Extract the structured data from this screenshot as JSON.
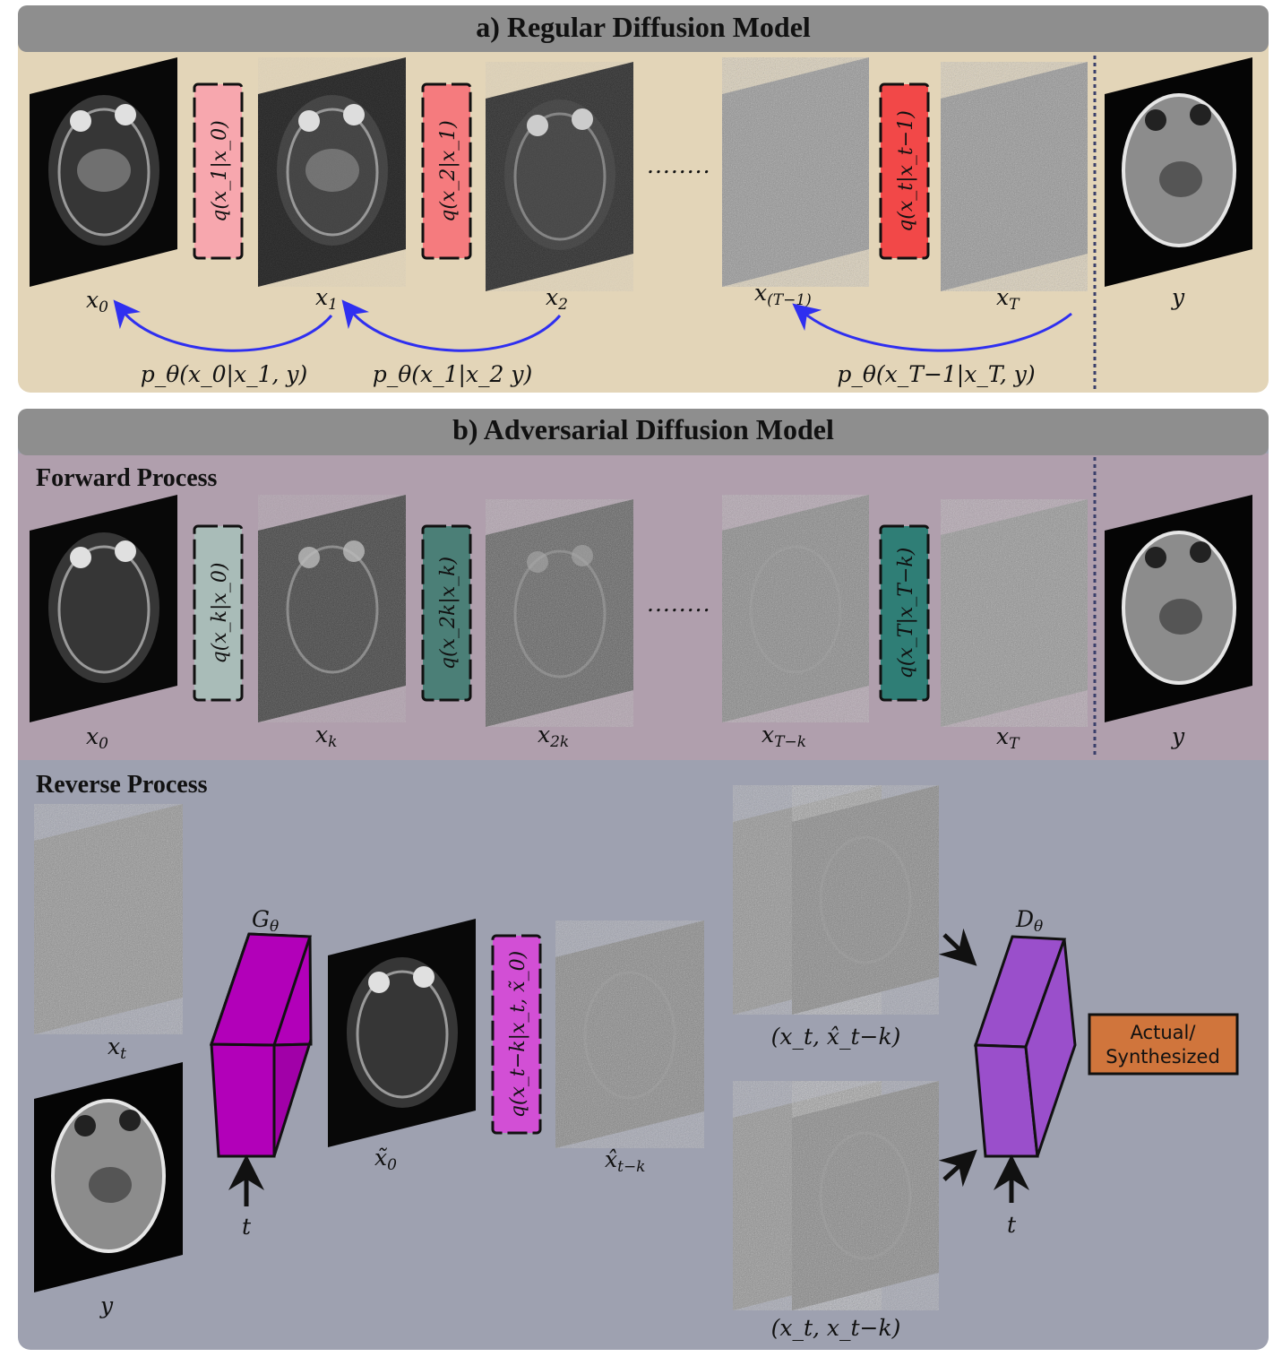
{
  "sections": {
    "a_title": "a) Regular Diffusion Model",
    "b_title": "b) Adversarial Diffusion Model",
    "forward_title": "Forward Process",
    "reverse_title": "Reverse Process"
  },
  "colors": {
    "panel_a_bg": "#e3d5b8",
    "forward_bg": "#b09fad",
    "reverse_bg": "#9ea1b0",
    "header_bg": "#8e8e8e",
    "q_box_a": [
      "#f7a7ae",
      "#f57b7e",
      "#f24848"
    ],
    "q_box_b": [
      "#a9bcb8",
      "#4b7f77",
      "#2f7e76"
    ],
    "q_box_rev": "#d24fd5",
    "generator": "#b200b9",
    "discriminator": "#9a4fcb",
    "output_box": "#d0753c",
    "reverse_arrow": "#2f2ff0",
    "divider": "#3a3f6a"
  },
  "regular": {
    "image_labels": [
      "x_0",
      "x_1",
      "x_2",
      "x_(T−1)",
      "x_T",
      "y"
    ],
    "q_labels": [
      "q(x_1|x_0)",
      "q(x_2|x_1)",
      "q(x_t|x_t−1)"
    ],
    "reverse_labels": [
      "p_θ(x_0|x_1, y)",
      "p_θ(x_1|x_2  y)",
      "p_θ(x_T−1|x_T, y)"
    ],
    "ellipsis": "........"
  },
  "forward": {
    "image_labels": [
      "x_0",
      "x_k",
      "x_2k",
      "x_T−k",
      "x_T",
      "y"
    ],
    "q_labels": [
      "q(x_k|x_0)",
      "q(x_2k|x_k)",
      "q(x_T|x_T−k)"
    ],
    "ellipsis": "........"
  },
  "reverse": {
    "input_labels": [
      "x_t",
      "y"
    ],
    "generator_label": "G_θ",
    "generator_time": "t",
    "estimate_label": "x̃_0",
    "q_label": "q(x_t−k|x_t, x̃_0)",
    "sample_label": "x̂_t−k",
    "pair_labels": [
      "(x_t, x̂_t−k)",
      "(x_t, x_t−k)"
    ],
    "discriminator_label": "D_θ",
    "discriminator_time": "t",
    "output": [
      "Actual/",
      "Synthesized"
    ]
  }
}
